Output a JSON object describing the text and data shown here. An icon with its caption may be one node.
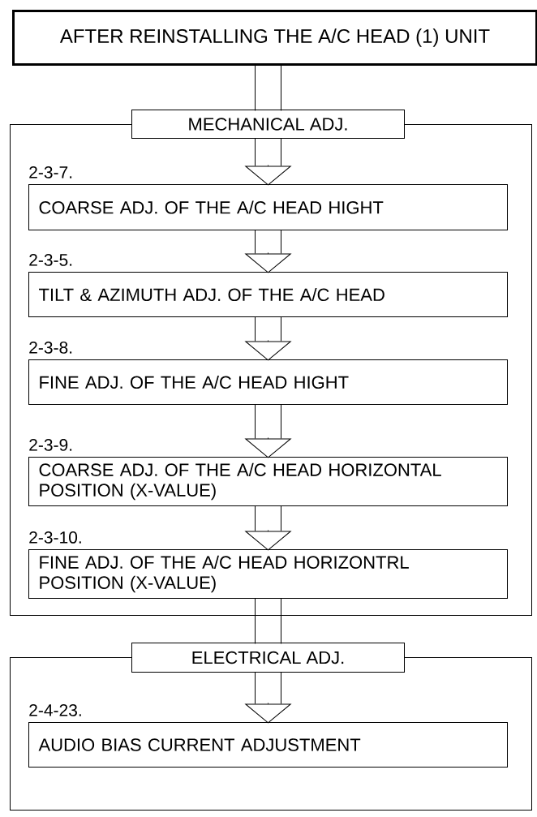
{
  "diagram": {
    "nodes": [
      {
        "text": [
          "AFTER REINSTALLING THE A/C HEAD (1) UNIT"
        ]
      },
      {
        "text": [],
        "shape": "box"
      },
      {
        "text": [
          "MECHANICAL ADJ."
        ]
      },
      {
        "text": [
          "COARSE ADJ. OF THE A/C HEAD HIGHT"
        ],
        "in": 1,
        "beside": [
          "2-3-7."
        ]
      },
      {
        "text": [
          "TILT & AZIMUTH ADJ. OF THE A/C HEAD"
        ],
        "in": 1,
        "beside": [
          "2-3-5."
        ]
      },
      {
        "text": [
          "FINE ADJ. OF THE A/C HEAD HIGHT"
        ],
        "in": 1,
        "beside": [
          "2-3-8."
        ]
      },
      {
        "text": [
          "COARSE ADJ. OF THE A/C HEAD HORIZONTAL POSITION (X-VALUE)"
        ],
        "in": 1,
        "beside": [
          "2-3-9."
        ]
      },
      {
        "text": [
          "FINE ADJ. OF THE A/C HEAD HORIZONTRL POSITION (X-VALUE)"
        ],
        "in": 1,
        "beside": [
          "2-3-10."
        ]
      },
      {
        "text": [],
        "shape": "box"
      },
      {
        "text": [
          "ELECTRICAL ADJ."
        ]
      },
      {
        "text": [
          "AUDIO BIAS CURRENT ADJUSTMENT"
        ],
        "in": 8,
        "beside": [
          "2-4-23."
        ]
      }
    ],
    "edges": [
      {
        "from": 0,
        "to": 2,
        "arrow": "none"
      },
      {
        "from": 2,
        "to": 3,
        "arrow": "to"
      },
      {
        "from": 3,
        "to": 4,
        "arrow": "to"
      },
      {
        "from": 4,
        "to": 5,
        "arrow": "to"
      },
      {
        "from": 5,
        "to": 6,
        "arrow": "to"
      },
      {
        "from": 6,
        "to": 7,
        "arrow": "to"
      },
      {
        "from": 7,
        "to": 9,
        "arrow": "none"
      },
      {
        "from": 9,
        "to": 10,
        "arrow": "to"
      }
    ]
  }
}
